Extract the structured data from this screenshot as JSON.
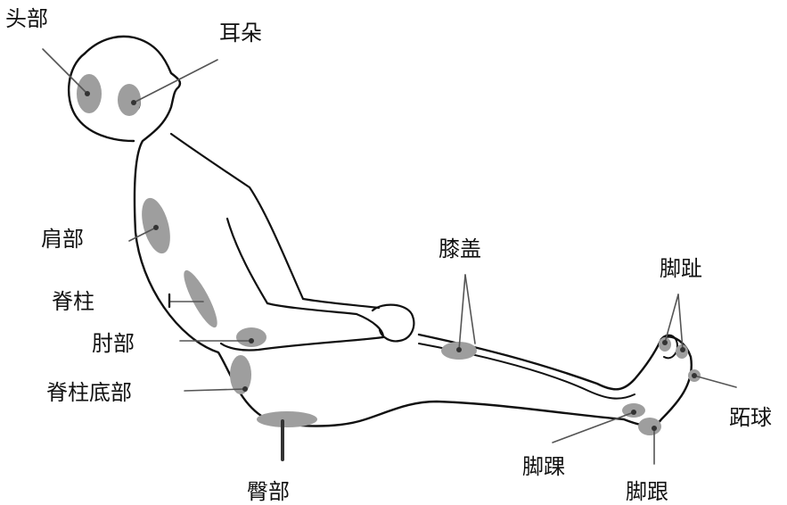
{
  "labels": {
    "head": "头部",
    "ear": "耳朵",
    "shoulder": "肩部",
    "spine": "脊柱",
    "elbow": "肘部",
    "lower_spine": "脊柱底部",
    "buttock": "臀部",
    "knee": "膝盖",
    "toes": "脚趾",
    "ball_of_foot": "跖球",
    "ankle": "脚踝",
    "heel": "脚跟"
  },
  "colors": {
    "outline": "#111111",
    "pressure_area": "#9e9e9e",
    "leader_line": "#555555",
    "label_text": "#111111"
  }
}
